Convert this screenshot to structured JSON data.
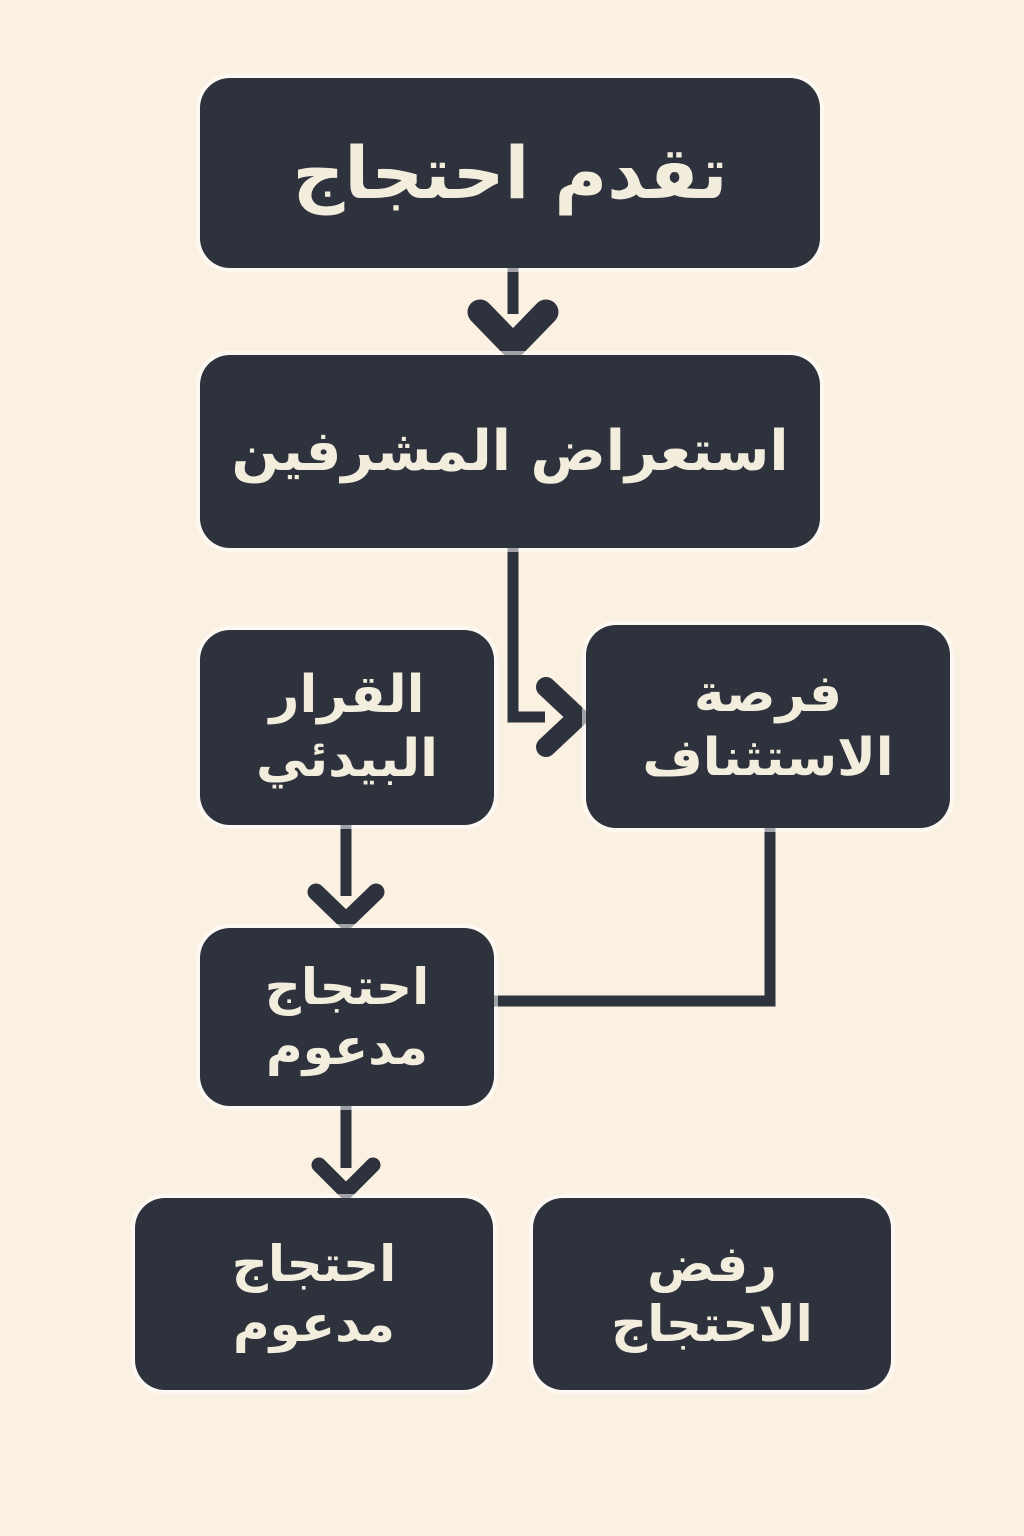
{
  "colors": {
    "background": "#fbf1e2",
    "node": "#2d323d",
    "text": "#f3eddd"
  },
  "flowchart": {
    "title": "",
    "direction": "top-to-bottom",
    "nodes": [
      {
        "id": "submit-protest",
        "label": "تقدم احتجاج"
      },
      {
        "id": "moderator-review",
        "label": "استعراض المشرفين"
      },
      {
        "id": "initial-decision",
        "label": "القرار\nالبيدئي"
      },
      {
        "id": "appeal-opportunity",
        "label": "فرصة\nالاستثناف"
      },
      {
        "id": "supported-protest-mid",
        "label": "احتجاج\nمدعوم"
      },
      {
        "id": "supported-protest-bottom",
        "label": "احتجاج\nمدعوم"
      },
      {
        "id": "protest-rejected",
        "label": "رفض\nالاحتجاج"
      }
    ],
    "edges": [
      {
        "from": "submit-protest",
        "to": "moderator-review",
        "arrowhead": true
      },
      {
        "from": "moderator-review",
        "to": "appeal-opportunity",
        "arrowhead": true
      },
      {
        "from": "initial-decision",
        "to": "supported-protest-mid",
        "arrowhead": true
      },
      {
        "from": "appeal-opportunity",
        "to": "supported-protest-mid",
        "arrowhead": false
      },
      {
        "from": "supported-protest-mid",
        "to": "supported-protest-bottom",
        "arrowhead": true
      }
    ]
  }
}
